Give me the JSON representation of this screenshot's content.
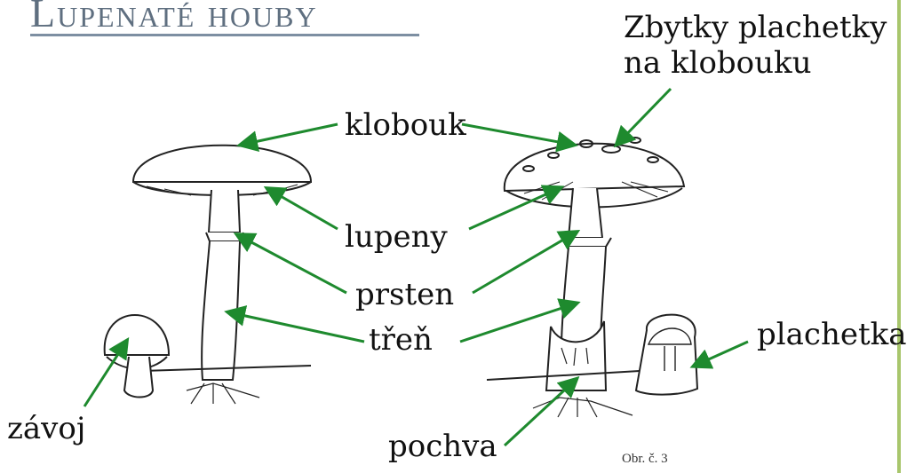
{
  "title": "Lupenaté houby",
  "labels": {
    "klobouk": "klobouk",
    "lupeny": "lupeny",
    "prsten": "prsten",
    "tren": "třeň",
    "zavoj": "závoj",
    "pochva": "pochva",
    "plachetka": "plachetka",
    "zbytky": "Zbytky plachetky\nna klobouku"
  },
  "caption": "Obr. č. 3",
  "colors": {
    "arrow": "#1e8a2e",
    "title": "#5f6f80",
    "rule": "#a8c66c"
  }
}
